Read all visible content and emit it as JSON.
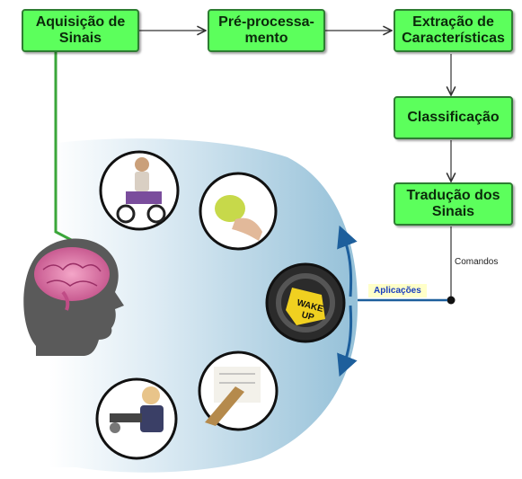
{
  "steps": {
    "acquisition": "Aquisição de\nSinais",
    "preprocessing": "Pré-processa-\nmento",
    "extraction": "Extração de\nCaracterísticas",
    "classification": "Classificação",
    "translation": "Tradução dos\nSinais"
  },
  "labels": {
    "commands": "Comandos",
    "applications": "Aplicações"
  },
  "colors": {
    "box_fill": "#5cff5c",
    "box_border": "#2e7d32",
    "arc_fill": "#a9cfe3",
    "arrow_blue": "#1d5f9c",
    "signal_line": "#3aa63a"
  },
  "application_icons": [
    "wheelchair-user-icon",
    "hand-squeezing-ball-icon",
    "steering-wheel-wake-up-icon",
    "prosthetic-arm-writing-icon",
    "arm-rehabilitation-robot-icon"
  ]
}
